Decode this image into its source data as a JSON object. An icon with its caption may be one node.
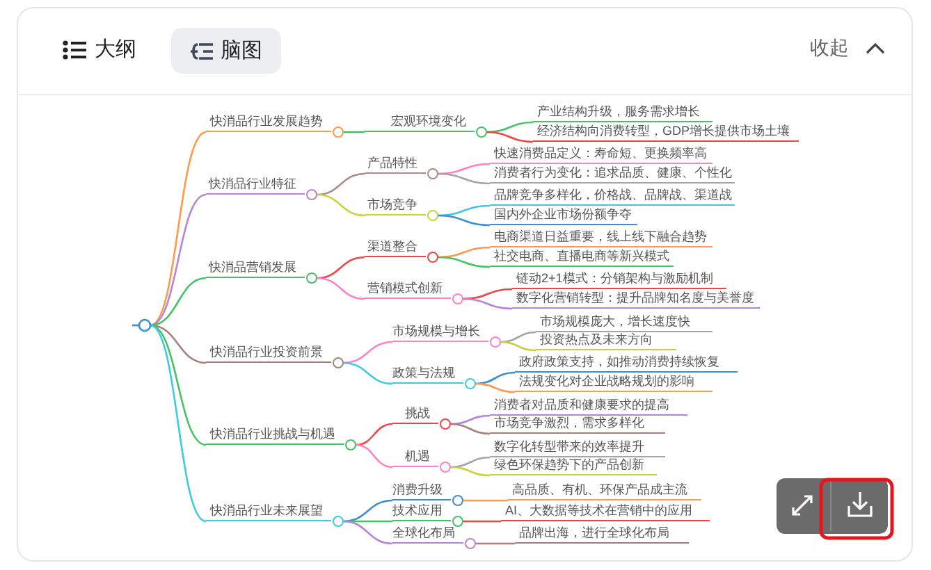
{
  "diagram": {
    "nodes": [
      {
        "text": [],
        "shape": "circle"
      },
      {
        "text": [
          "快消品行业发展趋势"
        ]
      },
      {
        "text": [
          "快消品行业特征"
        ]
      },
      {
        "text": [
          "快消品营销发展"
        ]
      },
      {
        "text": [
          "快消品行业投资前景"
        ]
      },
      {
        "text": [
          "快消品行业挑战与机遇"
        ]
      },
      {
        "text": [
          "快消品行业未来展望"
        ]
      },
      {
        "text": [
          "宏观环境变化"
        ]
      },
      {
        "text": [
          "产品特性"
        ]
      },
      {
        "text": [
          "市场竞争"
        ]
      },
      {
        "text": [
          "渠道整合"
        ]
      },
      {
        "text": [
          "营销模式创新"
        ]
      },
      {
        "text": [
          "市场规模与增长"
        ]
      },
      {
        "text": [
          "政策与法规"
        ]
      },
      {
        "text": [
          "挑战"
        ]
      },
      {
        "text": [
          "机遇"
        ]
      },
      {
        "text": [
          "消费升级"
        ]
      },
      {
        "text": [
          "技术应用"
        ]
      },
      {
        "text": [
          "全球化布局"
        ]
      },
      {
        "text": [
          "产业结构升级，服务需求增长"
        ]
      },
      {
        "text": [
          "经济结构向消费转型，GDP增长提供市场土壤"
        ]
      },
      {
        "text": [
          "快速消费品定义：寿命短、更换频率高"
        ]
      },
      {
        "text": [
          "消费者行为变化：追求品质、健康、个性化"
        ]
      },
      {
        "text": [
          "品牌竞争多样化，价格战、品牌战、渠道战"
        ]
      },
      {
        "text": [
          "国内外企业市场份额争夺"
        ]
      },
      {
        "text": [
          "电商渠道日益重要，线上线下融合趋势"
        ]
      },
      {
        "text": [
          "社交电商、直播电商等新兴模式"
        ]
      },
      {
        "text": [
          "链动2+1模式：分销架构与激励机制"
        ]
      },
      {
        "text": [
          "数字化营销转型：提升品牌知名度与美誉度"
        ]
      },
      {
        "text": [
          "市场规模庞大，增长速度快"
        ]
      },
      {
        "text": [
          "投资热点及未来方向"
        ]
      },
      {
        "text": [
          "政府政策支持，如推动消费持续恢复"
        ]
      },
      {
        "text": [
          "法规变化对企业战略规划的影响"
        ]
      },
      {
        "text": [
          "消费者对品质和健康要求的提高"
        ]
      },
      {
        "text": [
          "市场竞争激烈，需求多样化"
        ]
      },
      {
        "text": [
          "数字化转型带来的效率提升"
        ]
      },
      {
        "text": [
          "绿色环保趋势下的产品创新"
        ]
      },
      {
        "text": [
          "高品质、有机、环保产品成主流"
        ]
      },
      {
        "text": [
          "AI、大数据等技术在营销中的应用"
        ]
      },
      {
        "text": [
          "品牌出海，进行全球化布局"
        ]
      }
    ],
    "edges": [
      {
        "from": 0,
        "to": 1,
        "arrow": "none",
        "color": "#ff9a4a"
      },
      {
        "from": 0,
        "to": 2,
        "arrow": "none",
        "color": "#b784d8"
      },
      {
        "from": 0,
        "to": 3,
        "arrow": "none",
        "color": "#45c265"
      },
      {
        "from": 0,
        "to": 4,
        "arrow": "none",
        "color": "#a8807a"
      },
      {
        "from": 0,
        "to": 5,
        "arrow": "none",
        "color": "#45c265"
      },
      {
        "from": 0,
        "to": 6,
        "arrow": "none",
        "color": "#3ccbe0"
      },
      {
        "from": 1,
        "to": 7,
        "arrow": "none",
        "color": "#45c265"
      },
      {
        "from": 2,
        "to": 8,
        "arrow": "none",
        "color": "#b08a84"
      },
      {
        "from": 2,
        "to": 9,
        "arrow": "none",
        "color": "#c9d23e"
      },
      {
        "from": 3,
        "to": 10,
        "arrow": "none",
        "color": "#f04545"
      },
      {
        "from": 3,
        "to": 11,
        "arrow": "none",
        "color": "#ff80c8"
      },
      {
        "from": 4,
        "to": 12,
        "arrow": "none",
        "color": "#ff80c8"
      },
      {
        "from": 4,
        "to": 13,
        "arrow": "none",
        "color": "#3ccbe0"
      },
      {
        "from": 5,
        "to": 14,
        "arrow": "none",
        "color": "#f04545"
      },
      {
        "from": 5,
        "to": 15,
        "arrow": "none",
        "color": "#ff80c8"
      },
      {
        "from": 6,
        "to": 16,
        "arrow": "none",
        "color": "#3a8fd0"
      },
      {
        "from": 6,
        "to": 17,
        "arrow": "none",
        "color": "#45c265"
      },
      {
        "from": 6,
        "to": 18,
        "arrow": "none",
        "color": "#b784d8"
      },
      {
        "from": 7,
        "to": 19,
        "arrow": "none",
        "color": "#45c265"
      },
      {
        "from": 7,
        "to": 20,
        "arrow": "none",
        "color": "#f04545"
      },
      {
        "from": 8,
        "to": 21,
        "arrow": "none",
        "color": "#ff80c8"
      },
      {
        "from": 8,
        "to": 22,
        "arrow": "none",
        "color": "#a5a5a5"
      },
      {
        "from": 9,
        "to": 23,
        "arrow": "none",
        "color": "#3ccbe0"
      },
      {
        "from": 9,
        "to": 24,
        "arrow": "none",
        "color": "#3a8fd0"
      },
      {
        "from": 10,
        "to": 25,
        "arrow": "none",
        "color": "#ff9a4a"
      },
      {
        "from": 10,
        "to": 26,
        "arrow": "none",
        "color": "#45c265"
      },
      {
        "from": 11,
        "to": 27,
        "arrow": "none",
        "color": "#f04545"
      },
      {
        "from": 11,
        "to": 28,
        "arrow": "none",
        "color": "#b784d8"
      },
      {
        "from": 12,
        "to": 29,
        "arrow": "none",
        "color": "#a5a5a5"
      },
      {
        "from": 12,
        "to": 30,
        "arrow": "none",
        "color": "#c9d23e"
      },
      {
        "from": 13,
        "to": 31,
        "arrow": "none",
        "color": "#3a8fd0"
      },
      {
        "from": 13,
        "to": 32,
        "arrow": "none",
        "color": "#ff9a4a"
      },
      {
        "from": 14,
        "to": 33,
        "arrow": "none",
        "color": "#b784d8"
      },
      {
        "from": 14,
        "to": 34,
        "arrow": "none",
        "color": "#a8807a"
      },
      {
        "from": 15,
        "to": 35,
        "arrow": "none",
        "color": "#a5a5a5"
      },
      {
        "from": 15,
        "to": 36,
        "arrow": "none",
        "color": "#c9d23e"
      },
      {
        "from": 16,
        "to": 37,
        "arrow": "none",
        "color": "#ff9a4a"
      },
      {
        "from": 17,
        "to": 38,
        "arrow": "none",
        "color": "#f04545"
      },
      {
        "from": 18,
        "to": 39,
        "arrow": "none",
        "color": "#a8807a"
      }
    ],
    "labels": [
      "大纲",
      "脑图",
      "收起"
    ]
  }
}
